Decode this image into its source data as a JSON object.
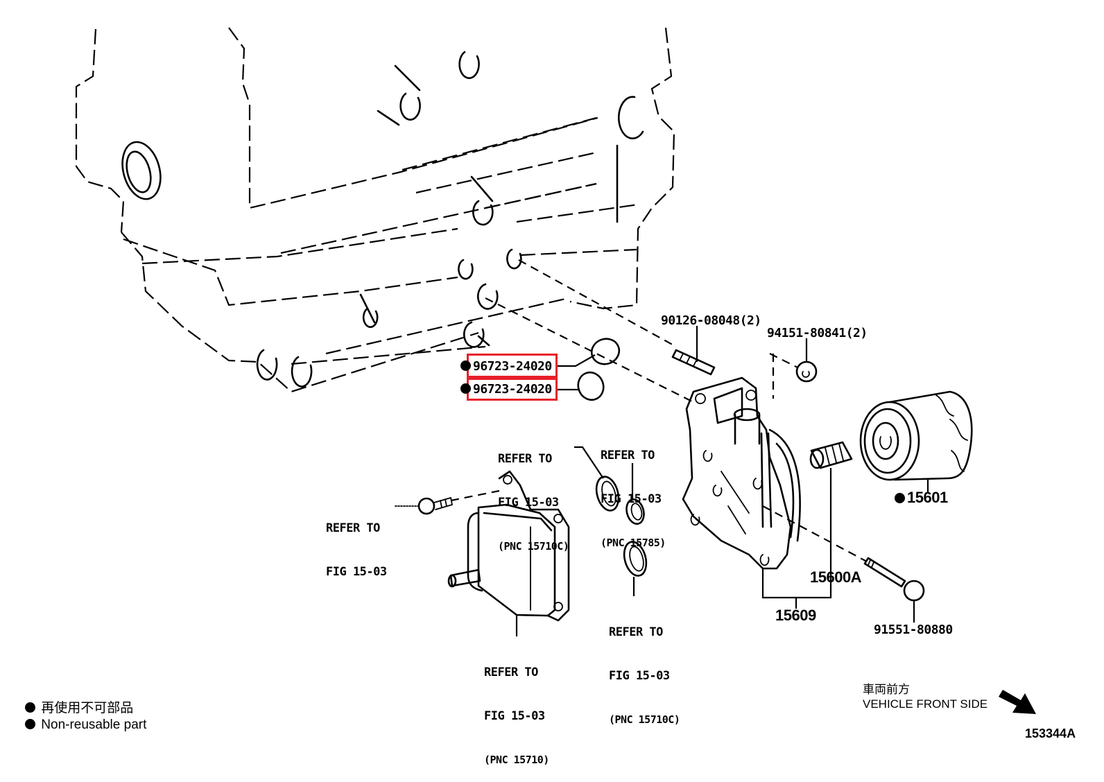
{
  "diagram": {
    "figure_number": "153344A",
    "highlight_color": "#e8202a",
    "parts": [
      {
        "id": "gasket-upper",
        "label": "96723-24020",
        "non_reusable": true,
        "highlighted": true
      },
      {
        "id": "gasket-lower",
        "label": "96723-24020",
        "non_reusable": true,
        "highlighted": true
      },
      {
        "id": "stud",
        "label": "90126-08048(2)"
      },
      {
        "id": "nut",
        "label": "94151-80841(2)"
      },
      {
        "id": "oil-filter",
        "label": "15601",
        "non_reusable": true
      },
      {
        "id": "union",
        "label": "15600A"
      },
      {
        "id": "bracket",
        "label": "15609"
      },
      {
        "id": "bolt",
        "label": "91551-80880"
      }
    ],
    "references": [
      {
        "id": "ref-seal-left",
        "line1": "REFER TO",
        "line2": "FIG 15-03",
        "line3": "(PNC 15710C)"
      },
      {
        "id": "ref-seal-right",
        "line1": "REFER TO",
        "line2": "FIG 15-03",
        "line3": "(PNC 15785)"
      },
      {
        "id": "ref-screw",
        "line1": "REFER TO",
        "line2": "FIG 15-03"
      },
      {
        "id": "ref-seal-bottom",
        "line1": "REFER TO",
        "line2": "FIG 15-03",
        "line3": "(PNC 15710C)"
      },
      {
        "id": "ref-cooler",
        "line1": "REFER TO",
        "line2": "FIG 15-03",
        "line3": "(PNC 15710)"
      }
    ],
    "legend": {
      "non_reusable_jp": "再使用不可部品",
      "non_reusable_en": "Non-reusable part"
    },
    "orientation": {
      "jp": "車両前方",
      "en": "VEHICLE FRONT SIDE",
      "icon": "arrow-down-right-icon"
    }
  }
}
